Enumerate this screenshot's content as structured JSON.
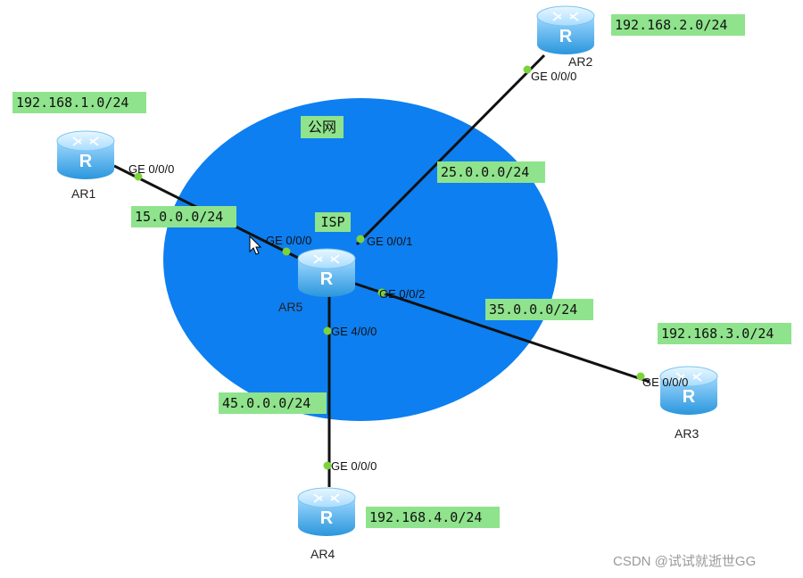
{
  "diagram": {
    "cloud_label": "公网",
    "isp_label": "ISP",
    "routers": [
      {
        "id": "AR1",
        "name": "AR1"
      },
      {
        "id": "AR2",
        "name": "AR2"
      },
      {
        "id": "AR3",
        "name": "AR3"
      },
      {
        "id": "AR4",
        "name": "AR4"
      },
      {
        "id": "AR5",
        "name": "AR5"
      }
    ],
    "links": [
      {
        "from": "AR1",
        "to": "AR5",
        "network": "15.0.0.0/24",
        "from_port": "GE 0/0/0",
        "to_port": "GE 0/0/0"
      },
      {
        "from": "AR2",
        "to": "AR5",
        "network": "25.0.0.0/24",
        "from_port": "GE 0/0/0",
        "to_port": "GE 0/0/1"
      },
      {
        "from": "AR3",
        "to": "AR5",
        "network": "35.0.0.0/24",
        "from_port": "GE 0/0/0",
        "to_port": "GE 0/0/2"
      },
      {
        "from": "AR4",
        "to": "AR5",
        "network": "45.0.0.0/24",
        "from_port": "GE 0/0/0",
        "to_port": "GE 4/0/0"
      }
    ],
    "lan_networks": {
      "AR1": "192.168.1.0/24",
      "AR2": "192.168.2.0/24",
      "AR3": "192.168.3.0/24",
      "AR4": "192.168.4.0/24"
    }
  },
  "colors": {
    "cloud": "#0d7ff0",
    "label_bg": "#8fe38c",
    "link": "#111111",
    "port_dot": "#7ed23c",
    "router_light": "#bfe6ff",
    "router_dark": "#2a9fe0"
  },
  "icons": {
    "router": "router-icon",
    "cursor": "mouse-pointer-icon"
  },
  "watermark": "CSDN @试试就逝世GG"
}
